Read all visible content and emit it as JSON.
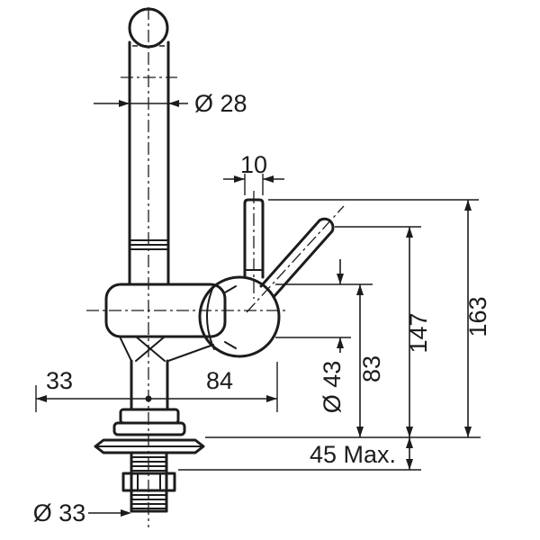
{
  "drawing": {
    "labels": {
      "spout_diameter": "Ø 28",
      "lever_width": "10",
      "offset_left": "33",
      "offset_right": "84",
      "body_diameter": "Ø 43",
      "outlet_height": "83",
      "lever_height": "147",
      "total_height": "163",
      "max_deck_thickness": "45 Max.",
      "shank_diameter": "Ø 33"
    },
    "colors": {
      "line": "#1c1c1c",
      "background": "#ffffff"
    }
  }
}
